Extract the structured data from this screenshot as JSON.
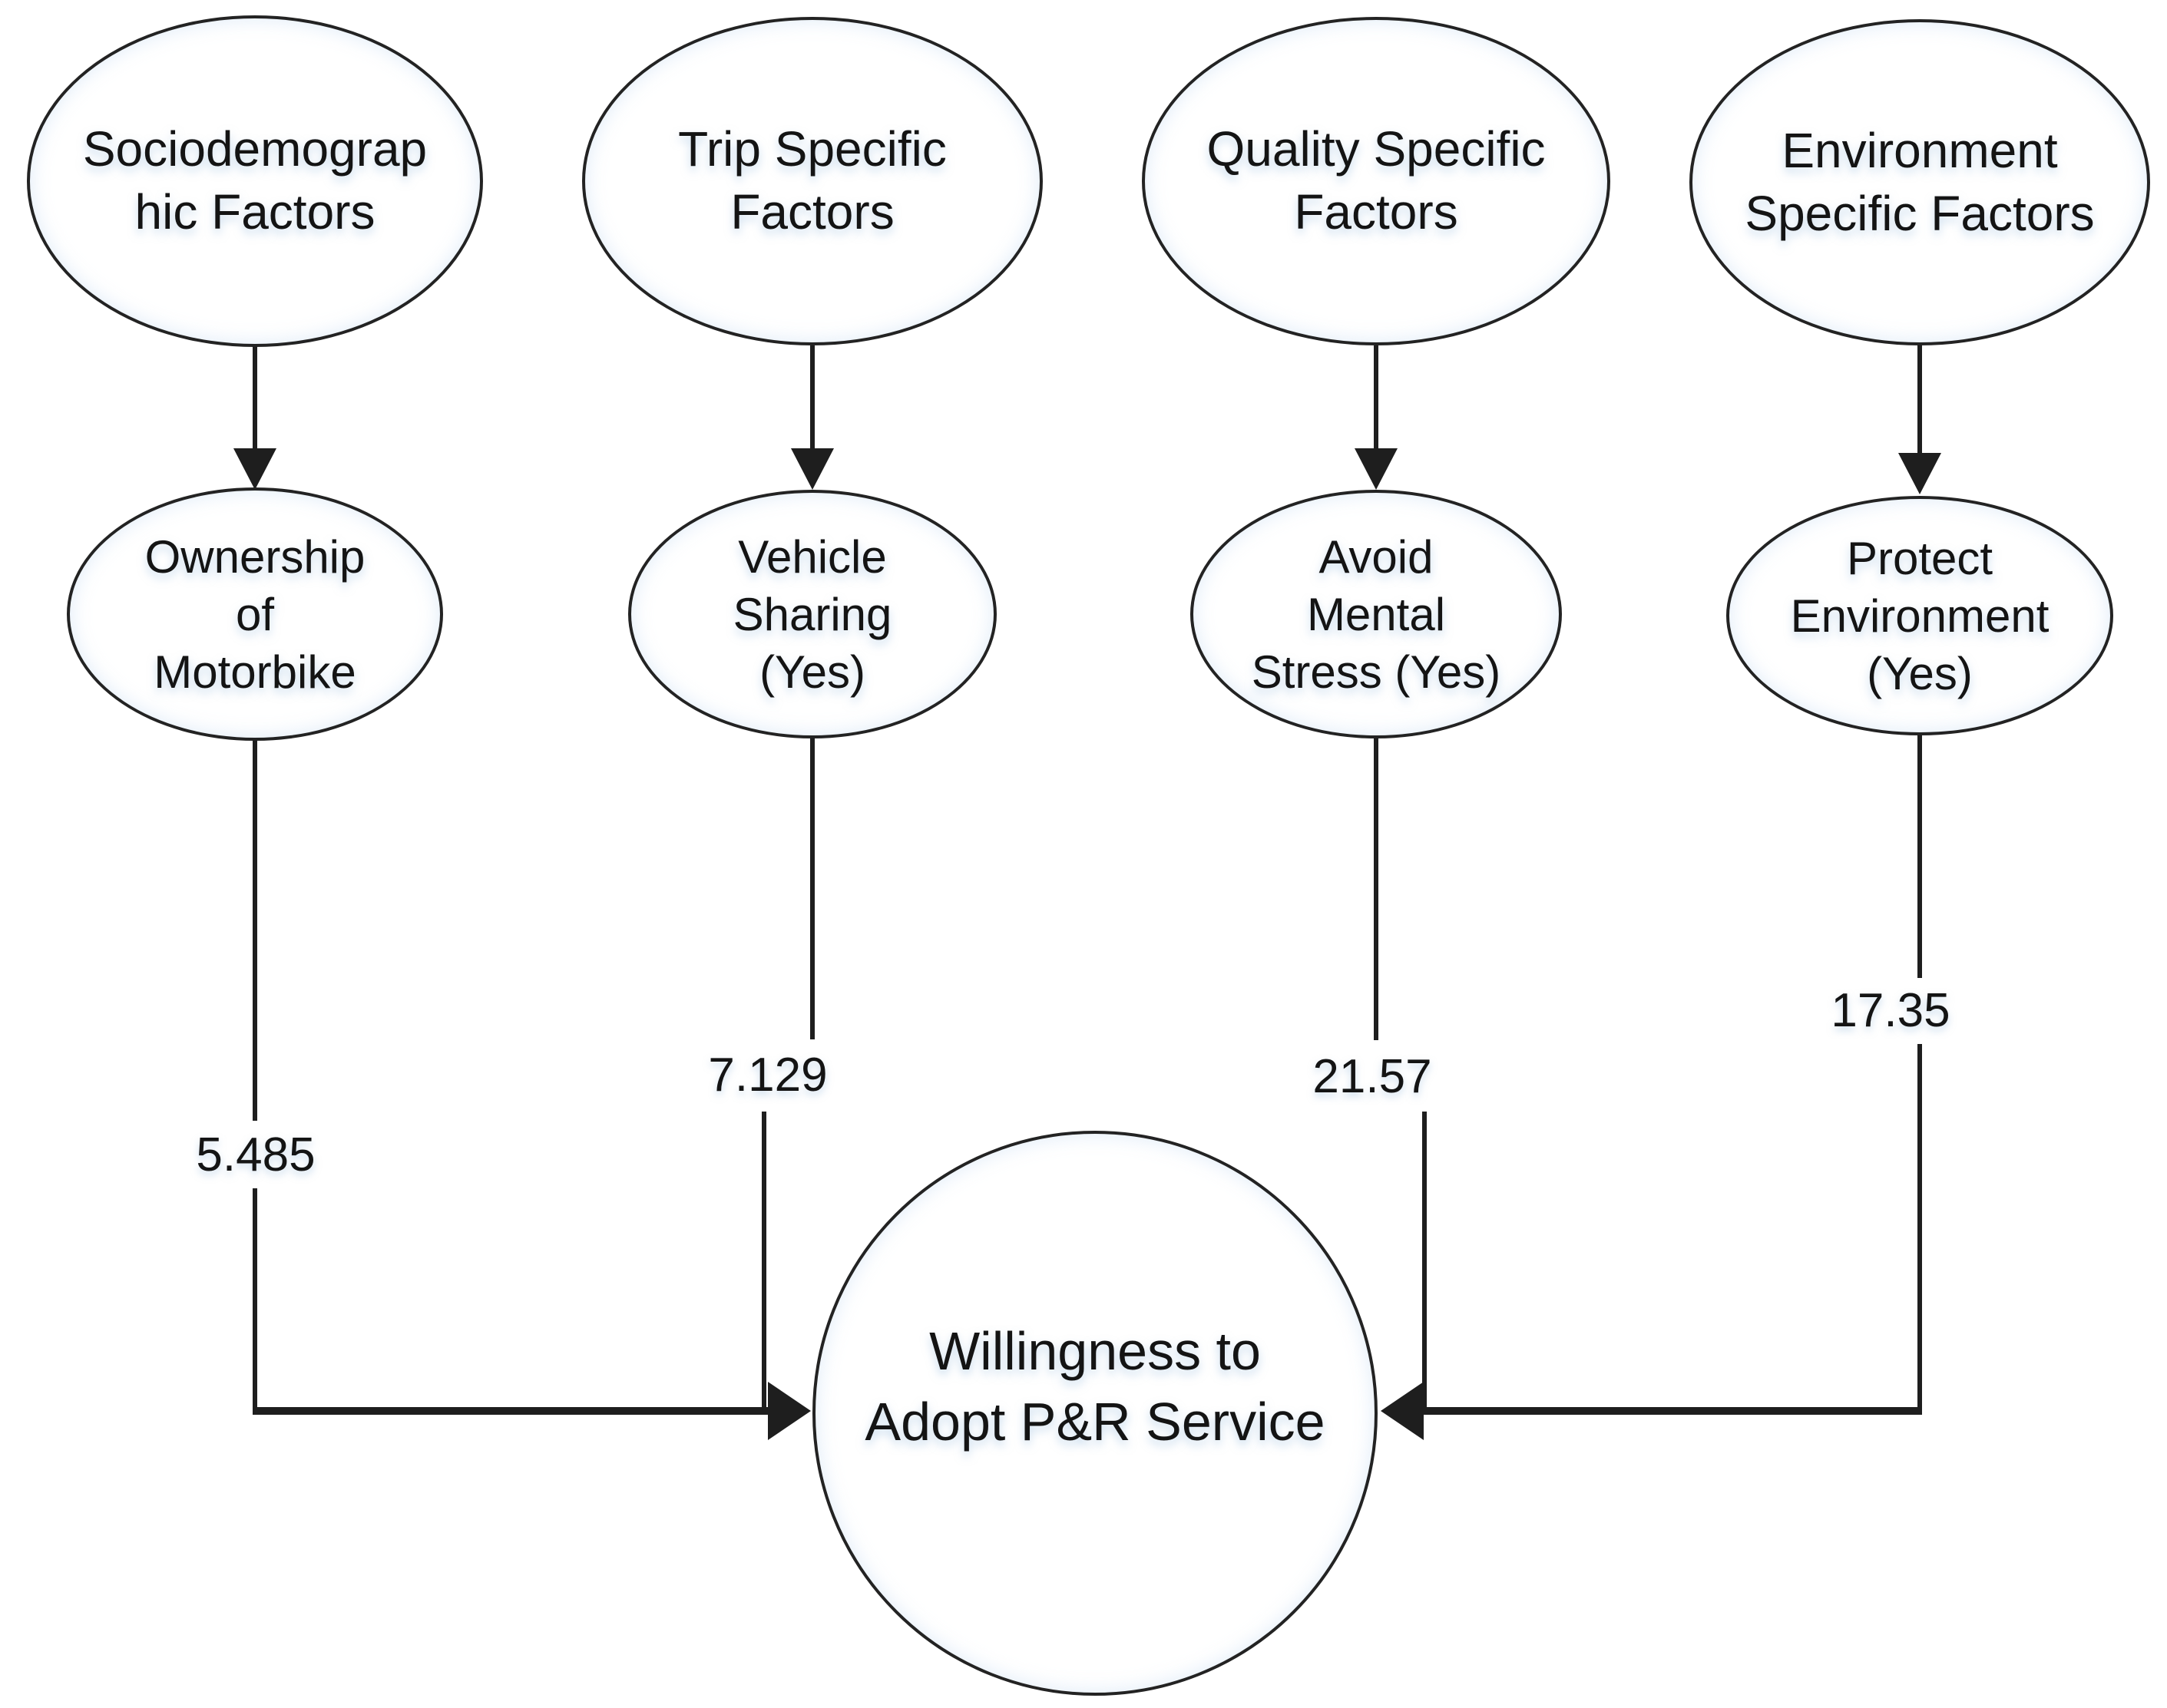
{
  "figure": {
    "background_color": "#ffffff",
    "stroke_color": "#1e1e1e",
    "text_color": "#141414",
    "type": "path-diagram",
    "columns": [
      {
        "factor": "Sociodemograp\nhic Factors",
        "indicator": "Ownership\nof\nMotorbike",
        "coefficient": "5.485"
      },
      {
        "factor": "Trip Specific\nFactors",
        "indicator": "Vehicle\nSharing\n(Yes)",
        "coefficient": "7.129"
      },
      {
        "factor": "Quality Specific\nFactors",
        "indicator": "Avoid\nMental\nStress (Yes)",
        "coefficient": "21.57"
      },
      {
        "factor": "Environment\nSpecific Factors",
        "indicator": "Protect\nEnvironment\n(Yes)",
        "coefficient": "17.35"
      }
    ],
    "outcome": "Willingness to\nAdopt P&R Service"
  }
}
